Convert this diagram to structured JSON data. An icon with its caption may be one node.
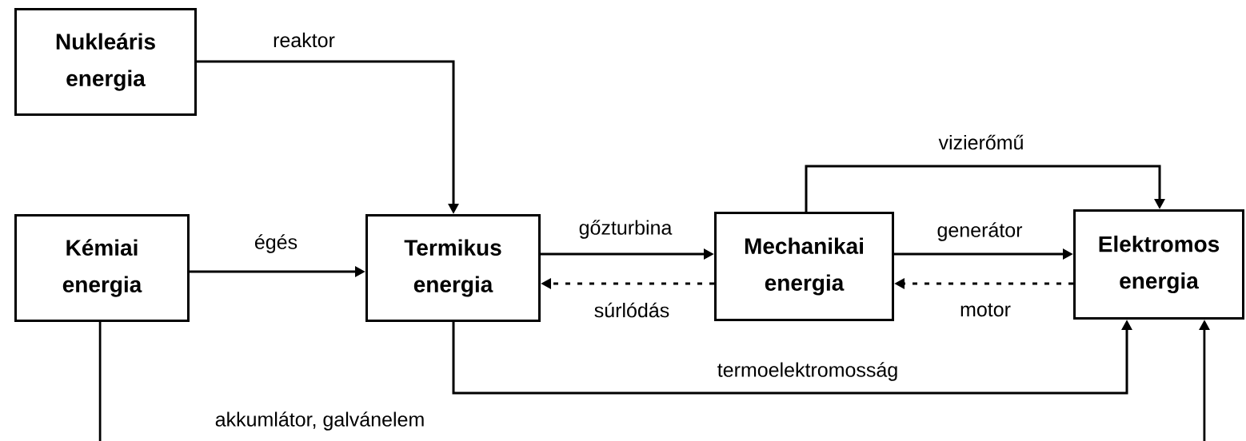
{
  "diagram": {
    "nodes": [
      {
        "text": [
          "Nukleáris energia"
        ]
      },
      {
        "text": [
          "Kémiai energia"
        ]
      },
      {
        "text": [
          "Termikus energia"
        ]
      },
      {
        "text": [
          "Mechanikai energia"
        ]
      },
      {
        "text": [
          "Elektromos energia"
        ]
      }
    ],
    "edges": [
      {
        "from": 0,
        "to": 2,
        "arrow": "to",
        "label": "reaktor"
      },
      {
        "from": 1,
        "to": 2,
        "arrow": "to",
        "label": "égés"
      },
      {
        "from": 2,
        "to": 3,
        "arrow": "to",
        "label": "gőzturbina"
      },
      {
        "from": 3,
        "to": 2,
        "arrow": "to",
        "label": "súrlódás",
        "style": "dashed"
      },
      {
        "from": 3,
        "to": 4,
        "arrow": "to",
        "label": "generátor"
      },
      {
        "from": 4,
        "to": 3,
        "arrow": "to",
        "label": "motor",
        "style": "dashed"
      },
      {
        "from": 3,
        "to": 4,
        "arrow": "to",
        "label": "vizierőmű"
      },
      {
        "from": 2,
        "to": 4,
        "arrow": "to",
        "label": "termoelektromosság"
      },
      {
        "from": 1,
        "to": 4,
        "arrow": "to",
        "label": "akkumlátor, galvánelem"
      }
    ]
  }
}
